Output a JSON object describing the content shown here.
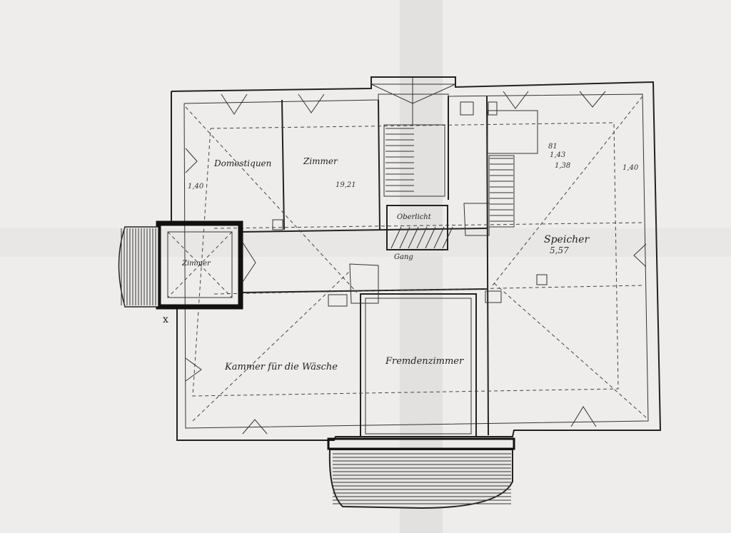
{
  "title": "Dachgeschoss floor plan drawing",
  "rooms": {
    "domestiquen": "Domestiquen",
    "zimmer_top": "Zimmer",
    "zimmer_top_area": "19,21",
    "tower_room": "Zimmer",
    "oberlicht": "Oberlicht",
    "gang": "Gang",
    "speicher": "Speicher",
    "speicher_area": "5,57",
    "kammer": "Kammer für die Wäsche",
    "fremdenzimmer": "Fremdenzimmer"
  },
  "dimensions": {
    "left_width": "1,40",
    "right_width": "1,40",
    "stair_a": "81",
    "stair_b": "1,43",
    "stair_c": "1,38"
  },
  "marks": {
    "cross": "x"
  },
  "colors": {
    "paper": "#eeedec",
    "ink": "#222222"
  }
}
